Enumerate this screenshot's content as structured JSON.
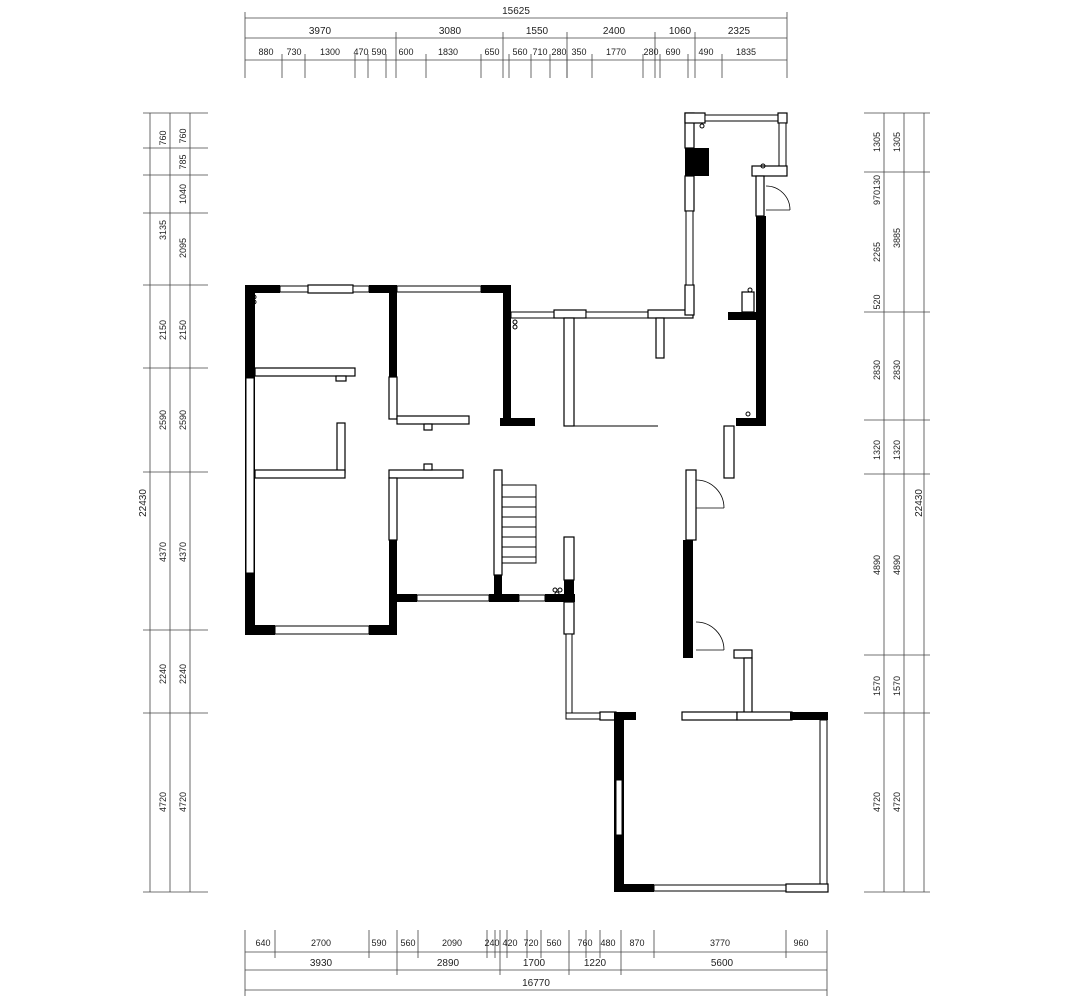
{
  "dimensions": {
    "top_total": "15625",
    "top_mid": [
      "3970",
      "3080",
      "1550",
      "2400",
      "1060",
      "2325"
    ],
    "top_small": [
      "880",
      "730",
      "1300",
      "470",
      "590",
      "600",
      "1830",
      "650",
      "560",
      "710",
      "280",
      "350",
      "1770",
      "280",
      "690",
      "490",
      "1835"
    ],
    "bottom_small": [
      "640",
      "2700",
      "590",
      "560",
      "2090",
      "240",
      "420",
      "720",
      "560",
      "760",
      "480",
      "870",
      "3770",
      "960"
    ],
    "bottom_mid": [
      "3930",
      "2890",
      "1700",
      "1220",
      "5600"
    ],
    "bottom_total": "16770",
    "left_total": "22430",
    "left_outer": [
      "760",
      "3135",
      "2150",
      "2590",
      "4370",
      "2240",
      "4720"
    ],
    "left_inner": [
      "760",
      "785",
      "1040",
      "2095",
      "2150",
      "2590",
      "4370",
      "2240",
      "4720"
    ],
    "right_total": "22430",
    "right_outer": [
      "1305",
      "3885",
      "2830",
      "1320",
      "4890",
      "1570",
      "4720"
    ],
    "right_inner": [
      "1305",
      "970130",
      "2265",
      "520",
      "2830",
      "1320",
      "4890",
      "1570",
      "4720"
    ]
  }
}
